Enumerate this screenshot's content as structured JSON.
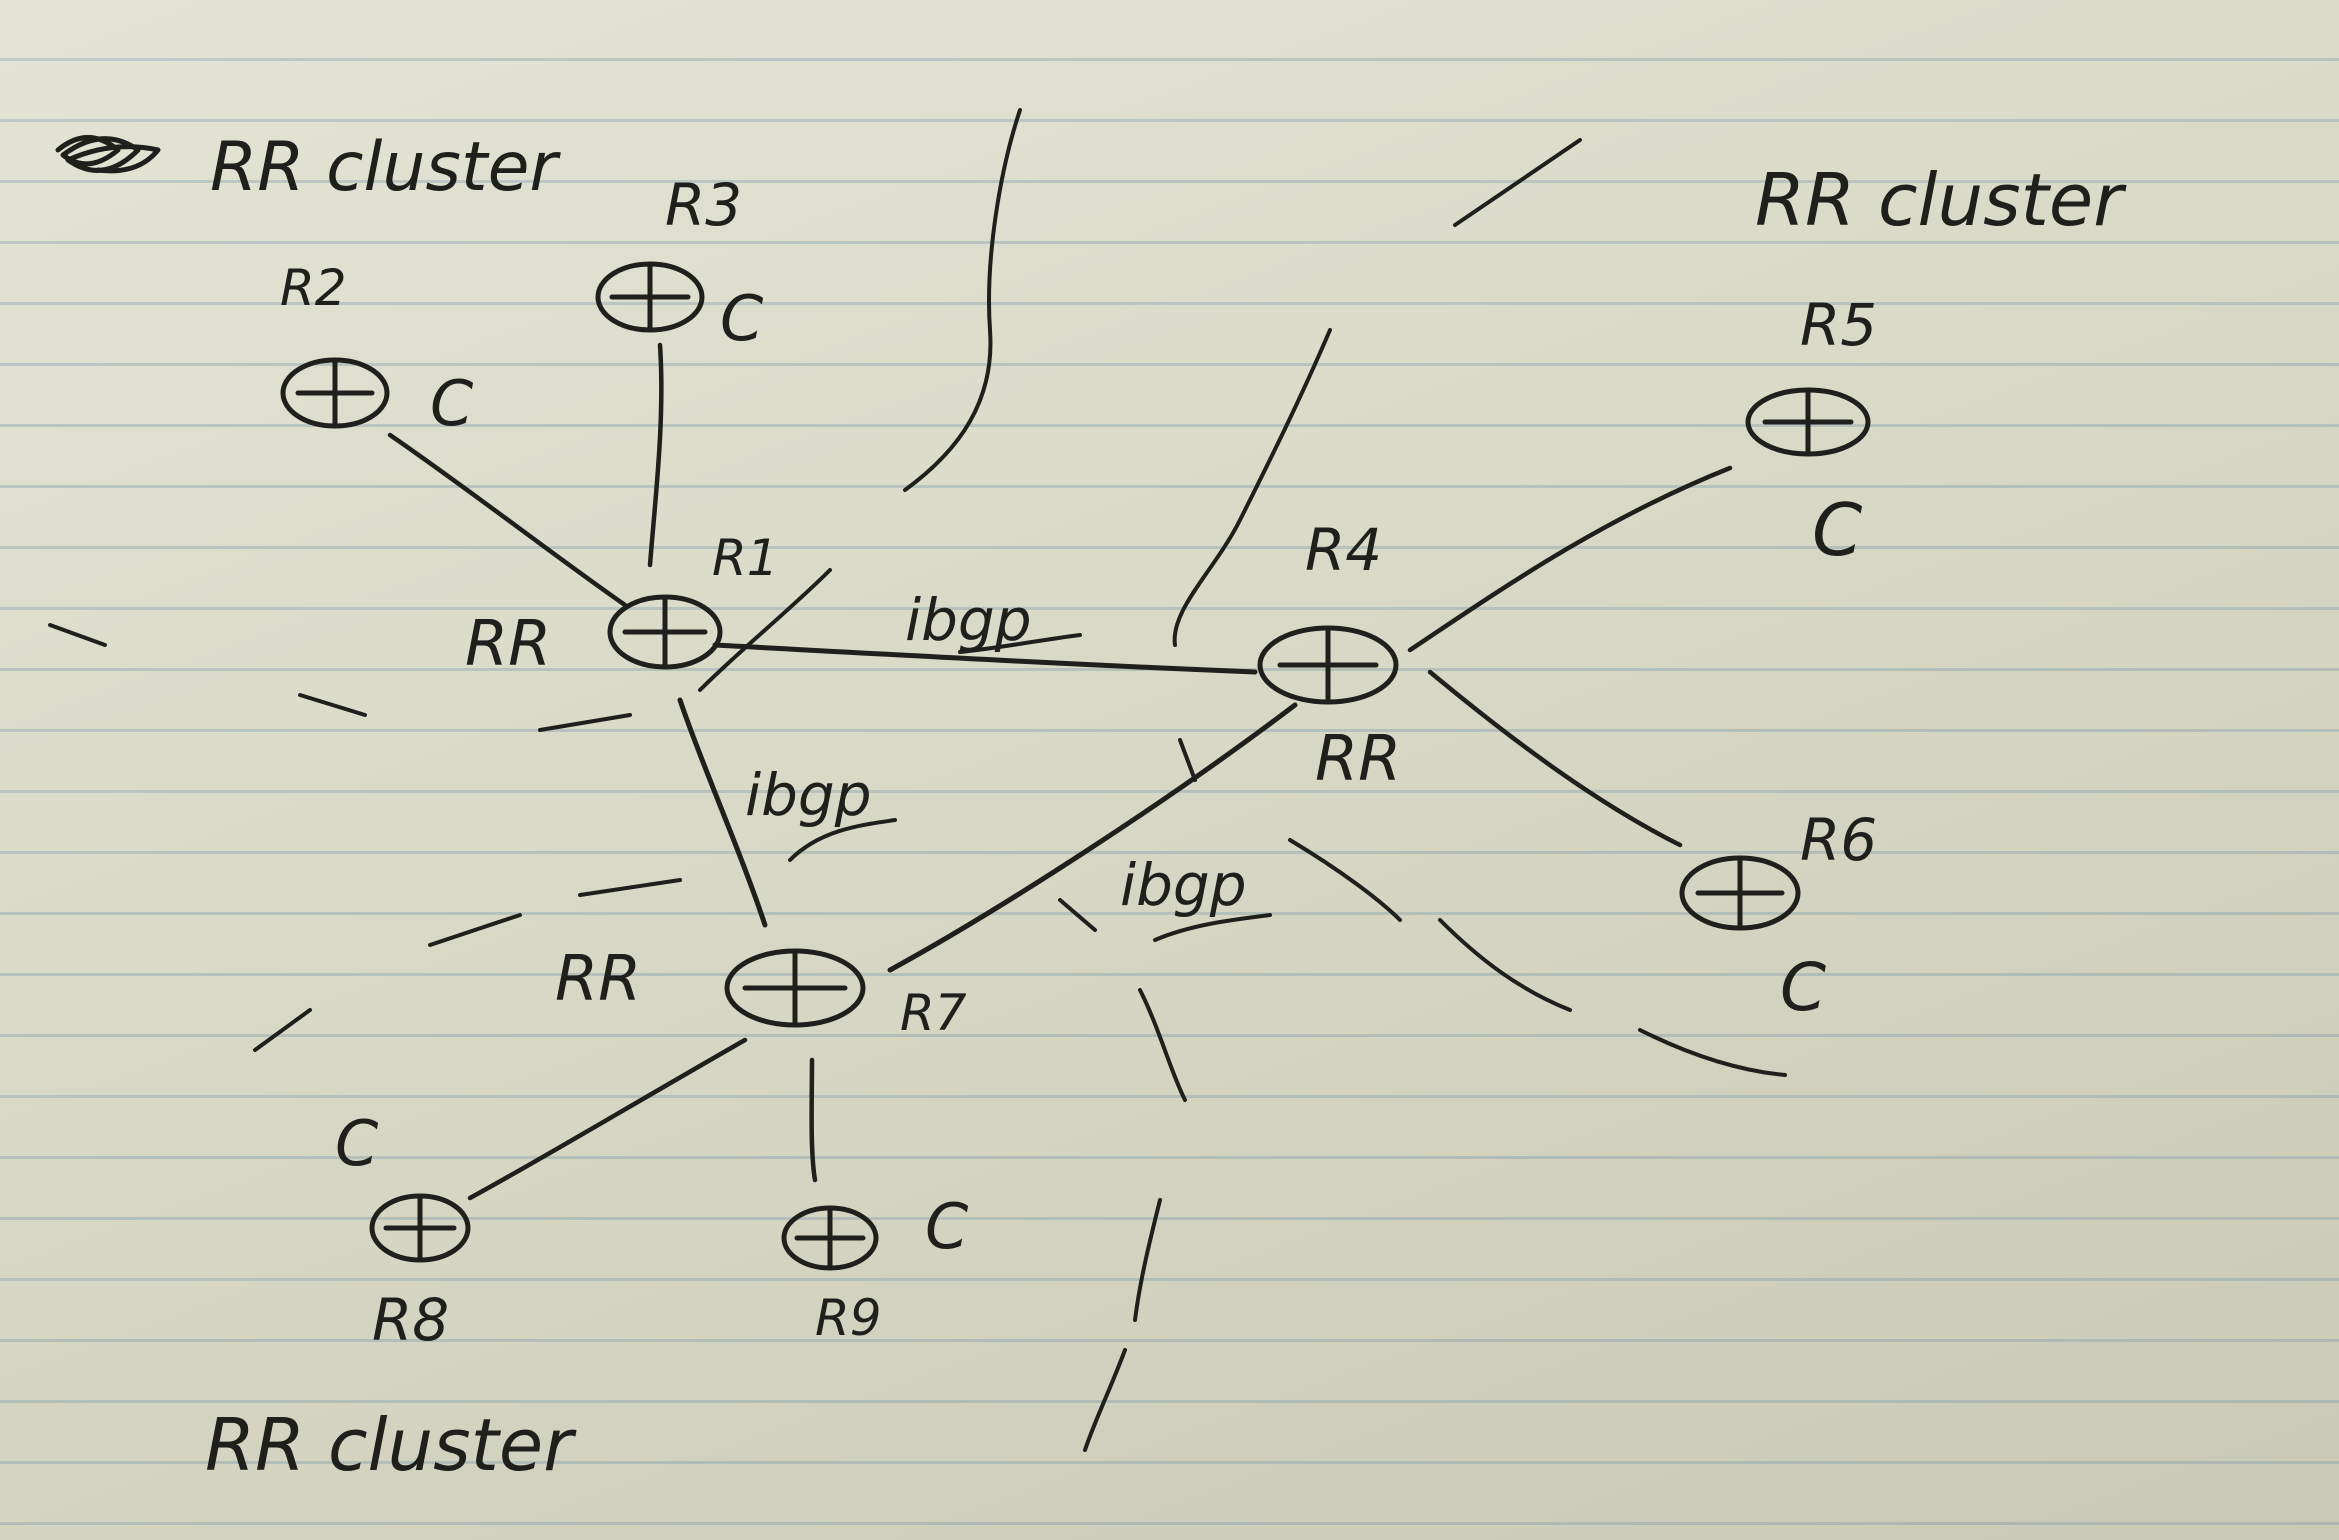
{
  "diagram": {
    "cluster_labels": [
      "RR cluster",
      "RR cluster",
      "RR cluster"
    ],
    "session_labels": [
      "ibgp",
      "ibgp",
      "ibgp"
    ],
    "routers": {
      "r1": {
        "name": "R1",
        "role": "RR"
      },
      "r2": {
        "name": "R2",
        "role": "C"
      },
      "r3": {
        "name": "R3",
        "role": "C"
      },
      "r4": {
        "name": "R4",
        "role": "RR"
      },
      "r5": {
        "name": "R5",
        "role": "C"
      },
      "r6": {
        "name": "R6",
        "role": "C"
      },
      "r7": {
        "name": "R7",
        "role": "RR"
      },
      "r8": {
        "name": "R8",
        "role": "C"
      },
      "r9": {
        "name": "R9",
        "role": "C"
      }
    }
  }
}
